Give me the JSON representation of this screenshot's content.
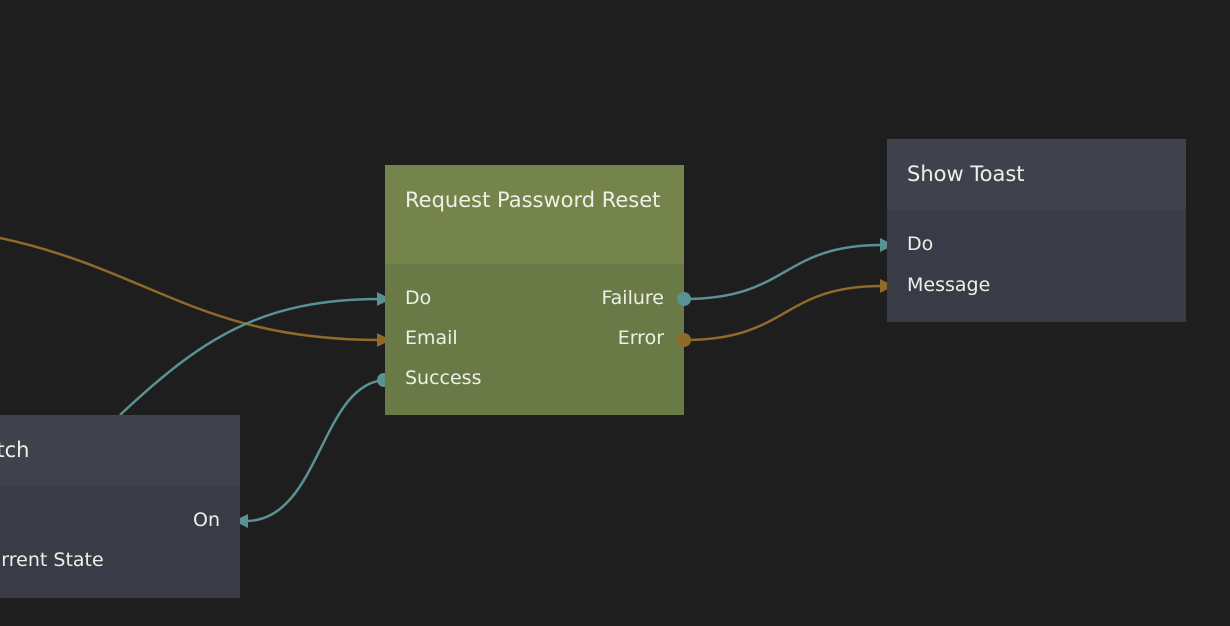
{
  "colors": {
    "background": "#1e1e1e",
    "signal_wire": "#5a9294",
    "data_wire": "#8f6a2a",
    "action_node": "#74844a",
    "logic_node": "#3f424d"
  },
  "nodes": {
    "request_password_reset": {
      "title": "Request Password Reset",
      "inputs": [
        "Do",
        "Email",
        "Success"
      ],
      "outputs": [
        "Failure",
        "Error"
      ]
    },
    "show_toast": {
      "title": "Show Toast",
      "inputs": [
        "Do",
        "Message"
      ]
    },
    "switch": {
      "title": "Switch",
      "ports": [
        "On",
        "Current State"
      ]
    }
  }
}
